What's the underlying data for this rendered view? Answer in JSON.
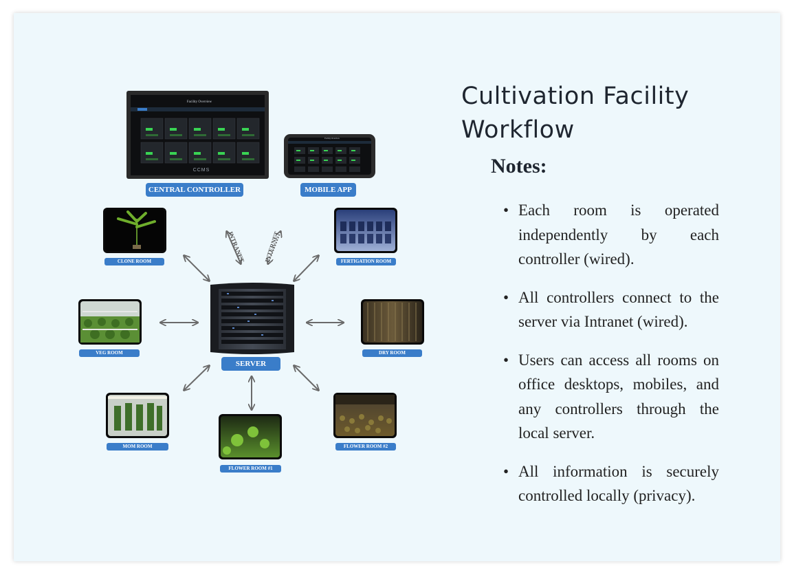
{
  "title": "Cultivation Facility Workflow",
  "notes_heading": "Notes:",
  "notes": [
    "Each room is operated independently by each controller (wired).",
    "All controllers connect to the server via Intranet (wired).",
    "Users can access all rooms on office desktops, mobiles, and any controllers through the local server.",
    "All information is securely controlled locally (privacy)."
  ],
  "devices": {
    "central_controller": "CENTRAL CONTROLLER",
    "mobile_app": "MOBILE APP",
    "server": "SERVER",
    "controller_screen_title": "Facility Overview",
    "controller_brand": "CCMS",
    "mobile_screen_title": "Facility Overview"
  },
  "links": {
    "intranet": "INTRANET",
    "internet": "INTERNET"
  },
  "rooms": {
    "clone": "CLONE ROOM",
    "fertigation": "FERTIGATION ROOM",
    "veg": "VEG ROOM",
    "dry": "DRY ROOM",
    "mom": "MOM ROOM",
    "flower1": "FLOWER ROOM #1",
    "flower2": "FLOWER ROOM #2"
  },
  "colors": {
    "label_blue": "#3a7dc9",
    "panel_bg": "#eef8fc",
    "arrow_gray": "#6a6a6a",
    "screen_green": "#39d353"
  }
}
